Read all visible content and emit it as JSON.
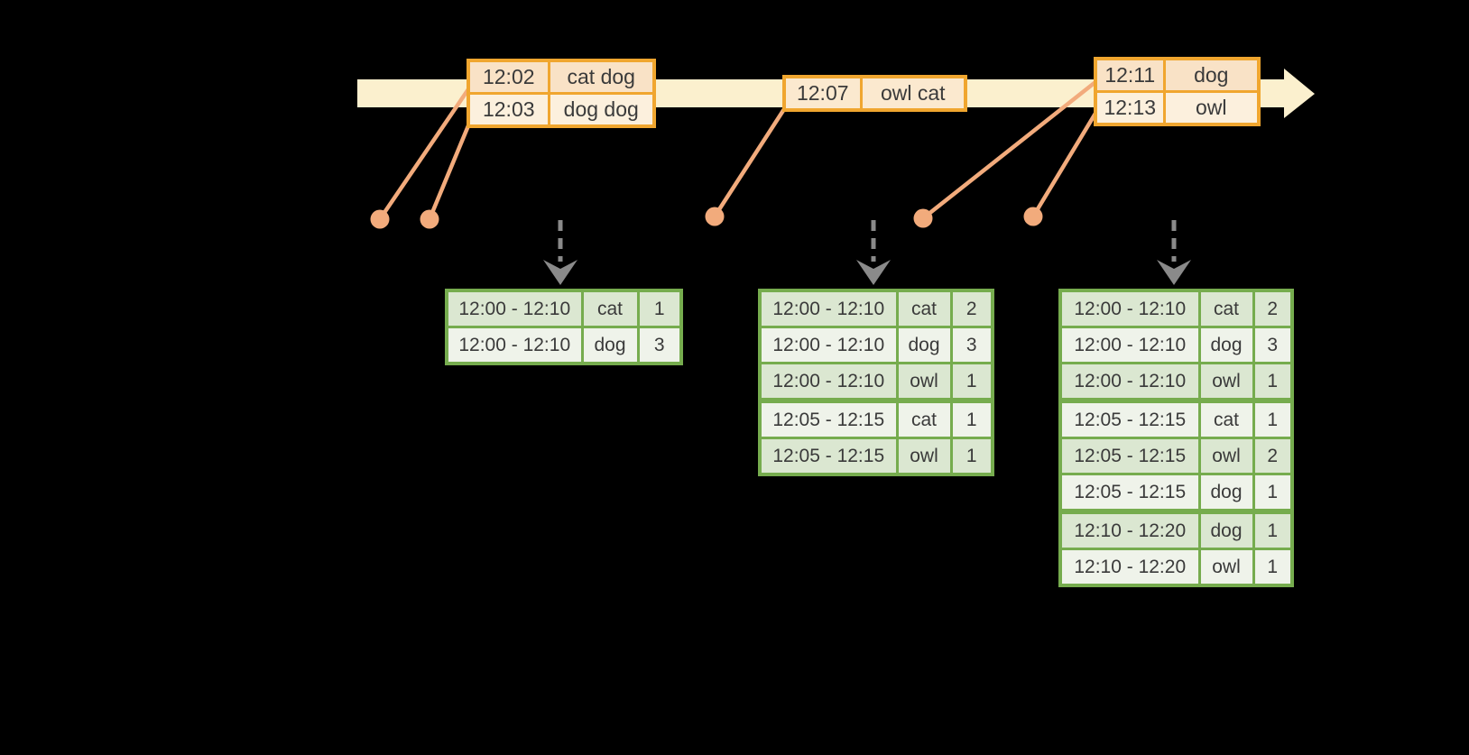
{
  "colors": {
    "background": "#000000",
    "timeline_fill": "#fbf0ce",
    "event_table_border": "#f0a62f",
    "event_row_dark": "#f9e2c6",
    "event_row_light": "#fcf0dd",
    "event_row_mid": "#fbe9cf",
    "connector_salmon": "#f2ab7c",
    "result_table_border": "#76ac4e",
    "result_row_dark": "#dbe7d1",
    "result_row_light": "#eff3ea",
    "trigger_arrow_gray": "#8a8a8a",
    "text": "#3a3a3a"
  },
  "event_batches": [
    {
      "rows": [
        {
          "time": "12:02",
          "words": "cat dog"
        },
        {
          "time": "12:03",
          "words": "dog dog"
        }
      ]
    },
    {
      "rows": [
        {
          "time": "12:07",
          "words": "owl cat"
        }
      ]
    },
    {
      "rows": [
        {
          "time": "12:11",
          "words": "dog"
        },
        {
          "time": "12:13",
          "words": "owl"
        }
      ]
    }
  ],
  "result_tables": [
    {
      "rows": [
        {
          "window": "12:00 - 12:10",
          "word": "cat",
          "count": "1"
        },
        {
          "window": "12:00 - 12:10",
          "word": "dog",
          "count": "3"
        }
      ]
    },
    {
      "rows": [
        {
          "window": "12:00 - 12:10",
          "word": "cat",
          "count": "2"
        },
        {
          "window": "12:00 - 12:10",
          "word": "dog",
          "count": "3"
        },
        {
          "window": "12:00 - 12:10",
          "word": "owl",
          "count": "1"
        },
        {
          "window": "12:05 - 12:15",
          "word": "cat",
          "count": "1"
        },
        {
          "window": "12:05 - 12:15",
          "word": "owl",
          "count": "1"
        }
      ]
    },
    {
      "rows": [
        {
          "window": "12:00 - 12:10",
          "word": "cat",
          "count": "2"
        },
        {
          "window": "12:00 - 12:10",
          "word": "dog",
          "count": "3"
        },
        {
          "window": "12:00 - 12:10",
          "word": "owl",
          "count": "1"
        },
        {
          "window": "12:05 - 12:15",
          "word": "cat",
          "count": "1"
        },
        {
          "window": "12:05 - 12:15",
          "word": "owl",
          "count": "2"
        },
        {
          "window": "12:05 - 12:15",
          "word": "dog",
          "count": "1"
        },
        {
          "window": "12:10 - 12:20",
          "word": "dog",
          "count": "1"
        },
        {
          "window": "12:10 - 12:20",
          "word": "owl",
          "count": "1"
        }
      ]
    }
  ]
}
